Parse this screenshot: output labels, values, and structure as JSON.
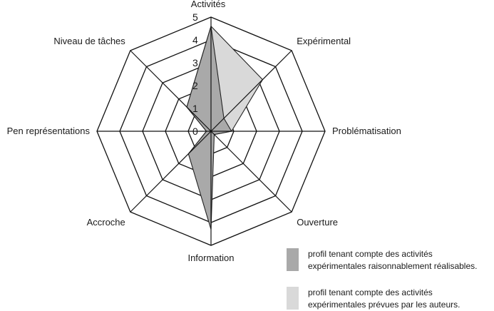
{
  "chart_data": {
    "type": "radar",
    "axes": [
      "Activités",
      "Expérimental",
      "Problématisation",
      "Ouverture",
      "Information",
      "Accroche",
      "Pen représentations",
      "Niveau de tâches"
    ],
    "ticks": [
      "0",
      "1",
      "2",
      "3",
      "4",
      "5"
    ],
    "rlim": [
      0,
      5
    ],
    "series": [
      {
        "name": "profil tenant compte des activités expérimentales prévues par les auteurs.",
        "values": [
          4.6,
          3.2,
          0.9,
          0.2,
          0.3,
          1.4,
          0.2,
          1.5
        ],
        "color": "#d9d9d9"
      },
      {
        "name": "profil tenant compte des activités expérimentales raisonnablement réalisables.",
        "values": [
          4.6,
          0.8,
          0.9,
          0.2,
          4.3,
          1.4,
          0.2,
          1.5
        ],
        "color": "#a9a9a9"
      }
    ],
    "legend": [
      {
        "line1": "profil tenant compte des activités",
        "line2": "expérimentales raisonnablement réalisables.",
        "color": "#a9a9a9"
      },
      {
        "line1": "profil tenant compte des activités",
        "line2": "expérimentales prévues par les auteurs.",
        "color": "#d9d9d9"
      }
    ],
    "legend_position": "bottom-right",
    "grid": true
  }
}
